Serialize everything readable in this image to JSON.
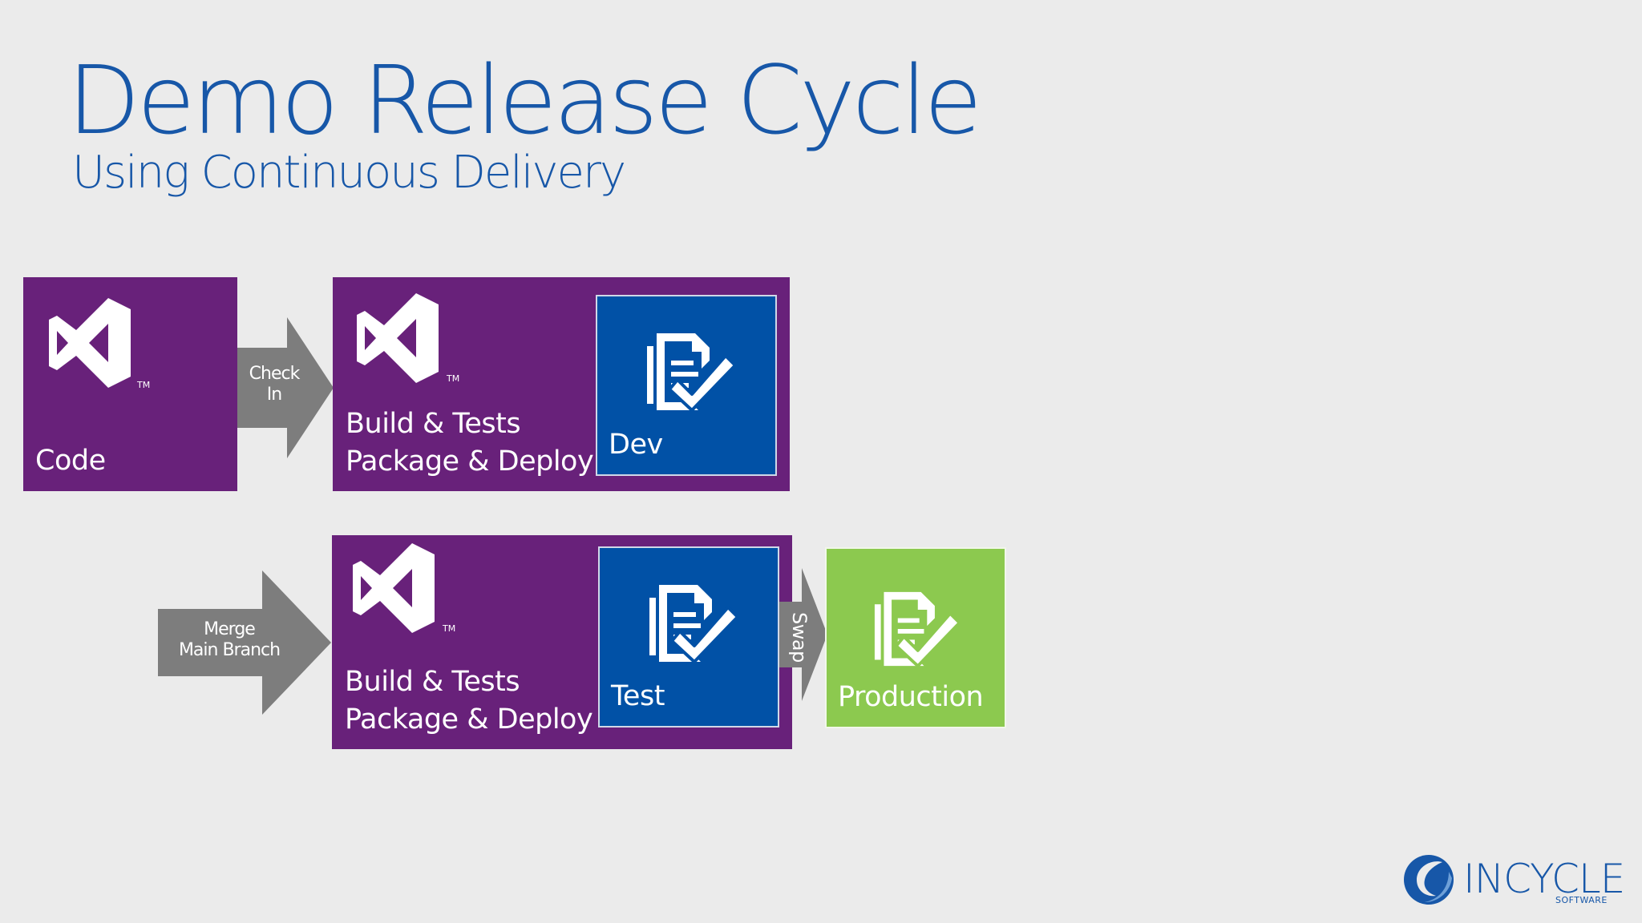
{
  "slide": {
    "title": "Demo Release Cycle",
    "subtitle": "Using Continuous Delivery"
  },
  "row1": {
    "code_tile": {
      "label": "Code",
      "icon": "visual-studio-icon"
    },
    "checkin_arrow": {
      "line1": "Check",
      "line2": "In"
    },
    "build_tile": {
      "line1": "Build & Tests",
      "line2": "Package & Deploy",
      "icon": "visual-studio-icon"
    },
    "env_tile": {
      "label": "Dev",
      "icon": "document-check-icon"
    }
  },
  "row2": {
    "merge_arrow": {
      "line1": "Merge",
      "line2": "Main Branch"
    },
    "build_tile": {
      "line1": "Build & Tests",
      "line2": "Package & Deploy",
      "icon": "visual-studio-icon"
    },
    "env_tile": {
      "label": "Test",
      "icon": "document-check-icon"
    },
    "swap_arrow": {
      "label": "Swap"
    },
    "prod_tile": {
      "label": "Production",
      "icon": "document-check-icon"
    }
  },
  "tm_mark": "TM",
  "logo": {
    "name": "INCYCLE",
    "tagline": "SOFTWARE"
  },
  "colors": {
    "title": "#1757a8",
    "purple_tile": "#68217a",
    "blue_tile": "#0151a6",
    "green_tile": "#8cc94f",
    "arrow": "#7d7d7d",
    "background": "#ebebeb"
  }
}
